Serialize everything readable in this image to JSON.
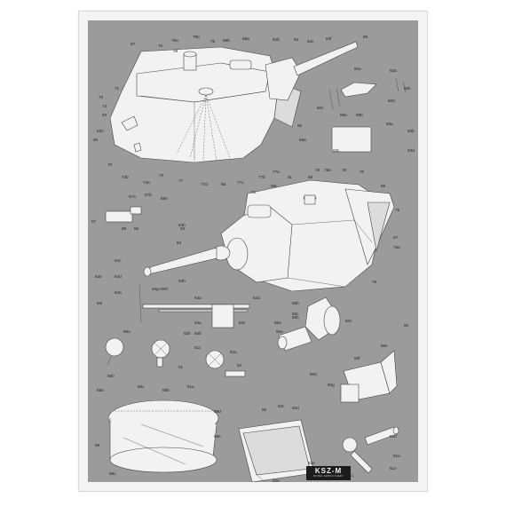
{
  "labels": {
    "p78b": "78b",
    "p76a": "76a",
    "p67": "67",
    "p76": "76",
    "p78": "78",
    "p75": "75",
    "p69b": "69b",
    "p65a": "65a",
    "p62b": "62b",
    "p64": "64",
    "p64c": "64c",
    "p64f": "64f",
    "p66": "66",
    "p71": "71",
    "p73": "73",
    "p74": "74",
    "p63": "63",
    "p51b": "51b",
    "p60": "60",
    "p70": "70",
    "p74b": "74b",
    "p74a": "74a",
    "p72": "72",
    "p77": "77",
    "p77d": "77d",
    "p68": "68",
    "p77c": "77c",
    "p77b": "77b",
    "p77a": "77a",
    "p62": "62",
    "p58a": "58a",
    "p60a": "60a",
    "p63a": "63a",
    "p60b": "60b",
    "p60c": "60c",
    "p60d": "60d",
    "p69a": "69a",
    "p69b2": "69b",
    "p63a2": "63a",
    "p63b": "63b",
    "p63c": "63c",
    "p63d": "63d",
    "p57a": "57a",
    "p57b": "57b",
    "p58e": "58e",
    "p57": "57",
    "p58": "58",
    "p56": "56",
    "p53": "53",
    "p71b": "71",
    "p69c": "69c",
    "p61": "61",
    "p69": "69",
    "p78c": "78",
    "p78a": "78a",
    "p79": "79",
    "p70b": "70",
    "p65": "65",
    "p75b": "75",
    "p75a": "75a",
    "p67b": "67",
    "p76b": "76",
    "p64b": "64b",
    "p64d": "64d",
    "p64e": "64e",
    "p64a": "64a",
    "p64g": "64g+64h",
    "p64h": "64h",
    "p64i": "64i",
    "p54a": "54a",
    "p54b": "54b",
    "p54c": "54c",
    "p54d": "54d",
    "p55a": "55a",
    "p55b": "55b",
    "p55c": "55c",
    "p52": "52",
    "p52a": "52a",
    "p52b": "52b",
    "p51": "51",
    "p51a": "51a",
    "p51c": "51c",
    "p50": "50",
    "p50a": "50a",
    "p50b": "50b",
    "p50c": "50c",
    "p50d": "50d",
    "p50e": "50e",
    "p50f": "50f",
    "p50g": "50g",
    "p59": "59",
    "p59a": "59a",
    "p59b": "59b",
    "p59c": "59c",
    "p59d": "59d",
    "p59e": "59e",
    "p62c": "62c",
    "p62d": "62d",
    "p62e": "62e",
    "p62f": "62f",
    "p62g": "62g",
    "p51d": "51d",
    "p51e": "51e"
  },
  "logo": {
    "name": "KSZ-M",
    "subtitle": "MODEL ARMOR SHEET"
  },
  "colors": {
    "background": "#9b9b9b",
    "paper": "#f4f4f4",
    "part_fill": "#f2f2f2",
    "outline": "#444444"
  }
}
